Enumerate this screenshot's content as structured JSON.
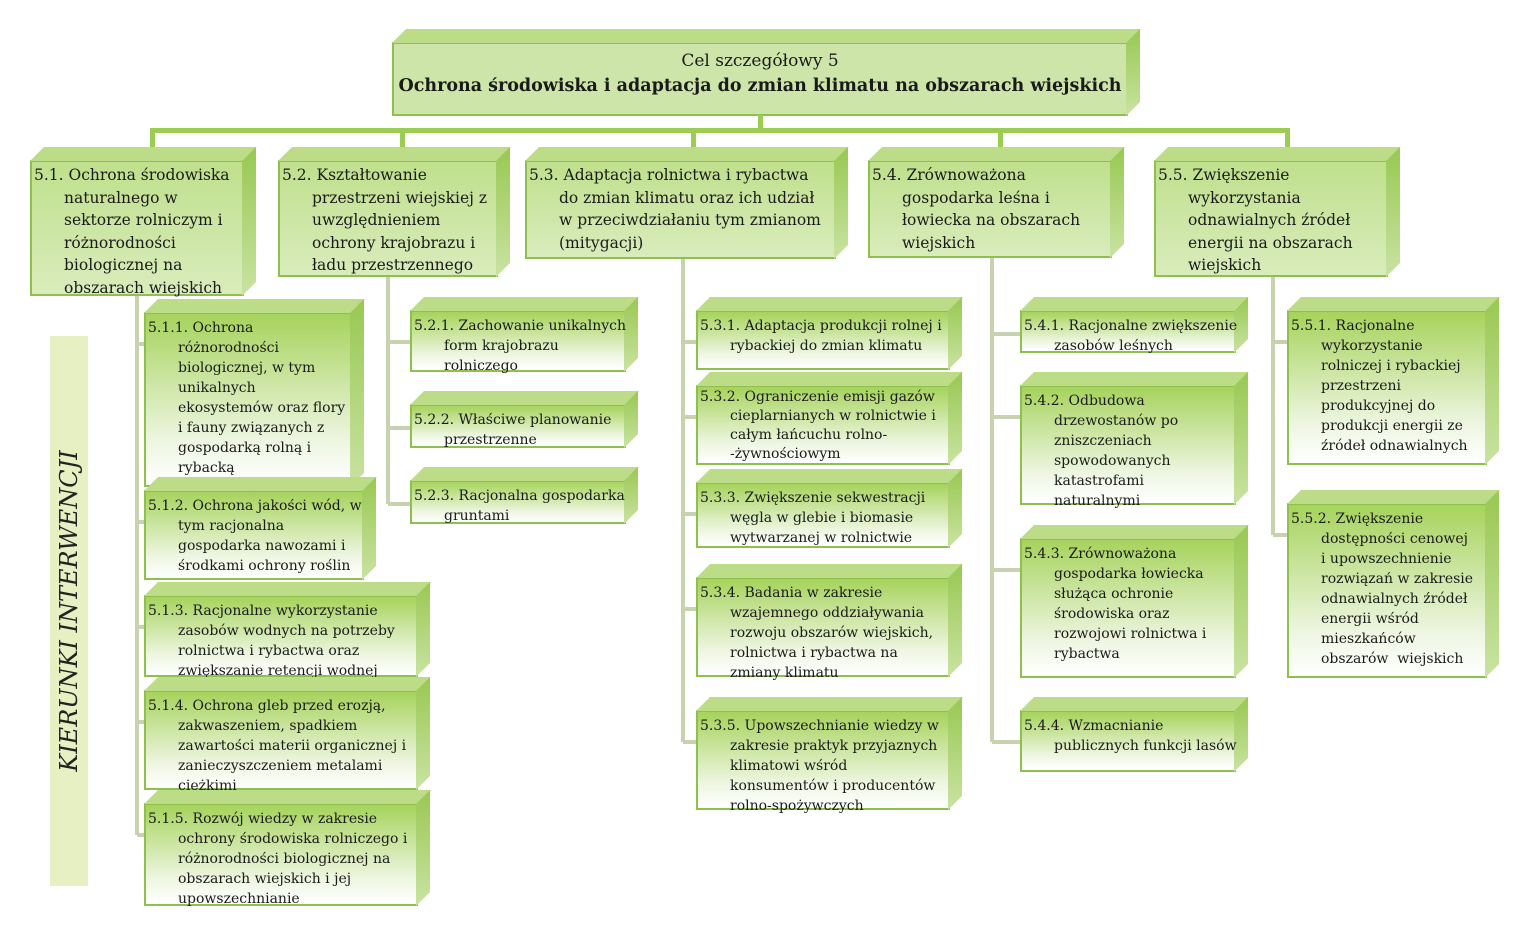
{
  "goal": {
    "subtitle": "Cel szczegółowy 5",
    "title": "Ochrona środowiska i adaptacja do zmian klimatu na obszarach wiejskich"
  },
  "side_label": "KIERUNKI INTERWENCJI",
  "directions": [
    {
      "text": "5.1. Ochrona środowiska\nnaturalnego w\nsektorze rolniczym i\nróżnorodności\nbiologicznej na\nobszarach wiejskich",
      "items": [
        "5.1.1. Ochrona\nróżnorodności\nbiologicznej, w tym\nunikalnych\nekosystemów oraz flory\ni fauny związanych z\ngospodarką rolną i\nrybacką",
        "5.1.2. Ochrona jakości wód, w\ntym racjonalna\ngospodarka nawozami i\nśrodkami ochrony roślin",
        "5.1.3. Racjonalne wykorzystanie\nzasobów wodnych na potrzeby\nrolnictwa i rybactwa oraz\nzwiększanie retencji wodnej",
        "5.1.4. Ochrona gleb przed erozją,\nzakwaszeniem, spadkiem\nzawartości materii organicznej i\nzanieczyszczeniem metalami\nciężkimi",
        "5.1.5. Rozwój wiedzy w zakresie\nochrony środowiska rolniczego i\nróżnorodności biologicznej na\nobszarach wiejskich i jej\nupowszechnianie"
      ]
    },
    {
      "text": "5.2. Kształtowanie\nprzestrzeni wiejskiej z\nuwzględnieniem\nochrony krajobrazu i\nładu przestrzennego",
      "items": [
        "5.2.1. Zachowanie unikalnych\nform krajobrazu\nrolniczego",
        "5.2.2. Właściwe planowanie\nprzestrzenne",
        "5.2.3. Racjonalna gospodarka\ngruntami"
      ]
    },
    {
      "text": "5.3. Adaptacja rolnictwa i rybactwa\ndo zmian klimatu oraz ich udział\nw przeciwdziałaniu tym zmianom\n(mitygacji)",
      "items": [
        "5.3.1. Adaptacja produkcji rolnej i\nrybackiej do zmian klimatu",
        "5.3.2. Ograniczenie emisji gazów\ncieplarnianych w rolnictwie i\ncałym łańcuchu rolno-\n-żywnościowym",
        "5.3.3. Zwiększenie sekwestracji\nwęgla w glebie i biomasie\nwytwarzanej w rolnictwie",
        "5.3.4. Badania w zakresie\nwzajemnego oddziaływania\nrozwoju obszarów wiejskich,\nrolnictwa i rybactwa na\nzmiany klimatu",
        "5.3.5. Upowszechnianie wiedzy w\nzakresie praktyk przyjaznych\nklimatowi wśród\nkonsumentów i producentów\nrolno-spożywczych"
      ]
    },
    {
      "text": "5.4. Zrównoważona\ngospodarka leśna i\nłowiecka na obszarach\nwiejskich",
      "items": [
        "5.4.1. Racjonalne zwiększenie\nzasobów leśnych",
        "5.4.2. Odbudowa\ndrzewostanów po\nzniszczeniach\nspowodowanych\nkatastrofami\nnaturalnymi",
        "5.4.3. Zrównoważona\ngospodarka łowiecka\nsłużąca ochronie\nśrodowiska oraz\nrozwojowi rolnictwa i\nrybactwa",
        "5.4.4. Wzmacnianie\npublicznych funkcji lasów"
      ]
    },
    {
      "text": "5.5. Zwiększenie\nwykorzystania\nodnawialnych źródeł\nenergii na obszarach\nwiejskich",
      "items": [
        "5.5.1. Racjonalne\nwykorzystanie\nrolniczej i rybackiej\nprzestrzeni\nprodukcyjnej do\nprodukcji energii ze\nźródeł odnawialnych",
        "5.5.2. Zwiększenie\ndostępności cenowej\ni upowszechnienie\nrozwiązań w zakresie\nodnawialnych źródeł\nenergii wśród\nmieszkańców\nobszarów  wiejskich"
      ]
    }
  ]
}
